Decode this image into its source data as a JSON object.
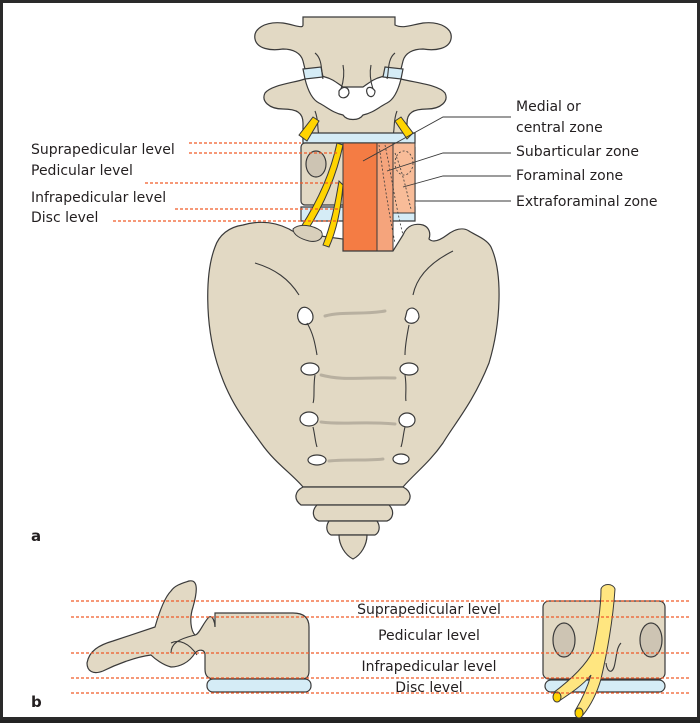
{
  "panels": {
    "a": {
      "label": "a",
      "level_labels": [
        "Suprapedicular level",
        "Pedicular level",
        "Infrapedicular level",
        "Disc level"
      ],
      "zone_labels": {
        "medial_line1": "Medial or",
        "medial_line2": "central zone",
        "subarticular": "Subarticular zone",
        "foraminal": "Foraminal zone",
        "extraforaminal": "Extraforaminal zone"
      }
    },
    "b": {
      "label": "b",
      "level_labels": [
        "Suprapedicular level",
        "Pedicular level",
        "Infrapedicular level",
        "Disc level"
      ]
    }
  },
  "colors": {
    "bone": "#e2d9c4",
    "disc": "#d5ecf6",
    "nerve_root": "#ffd400",
    "central_zone": "#f47c44",
    "subarticular_zone": "#f5a47c",
    "foraminal_zone": "#f8bc98",
    "level_line": "#f05a28"
  }
}
